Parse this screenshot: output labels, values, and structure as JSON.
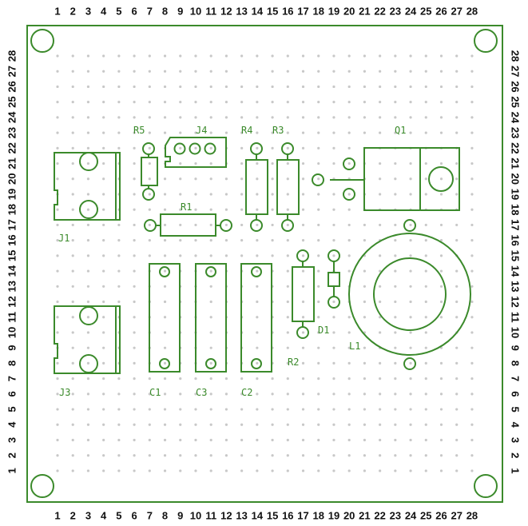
{
  "board": {
    "columns": 28,
    "rows": 28,
    "color": "#3b8a2b",
    "dot_color": "#c8c8c8"
  },
  "components": {
    "J1": "J1",
    "J3": "J3",
    "J4": "J4",
    "R1": "R1",
    "R2": "R2",
    "R3": "R3",
    "R4": "R4",
    "R5": "R5",
    "C1": "C1",
    "C2": "C2",
    "C3": "C3",
    "D1": "D1",
    "L1": "L1",
    "Q1": "Q1"
  }
}
